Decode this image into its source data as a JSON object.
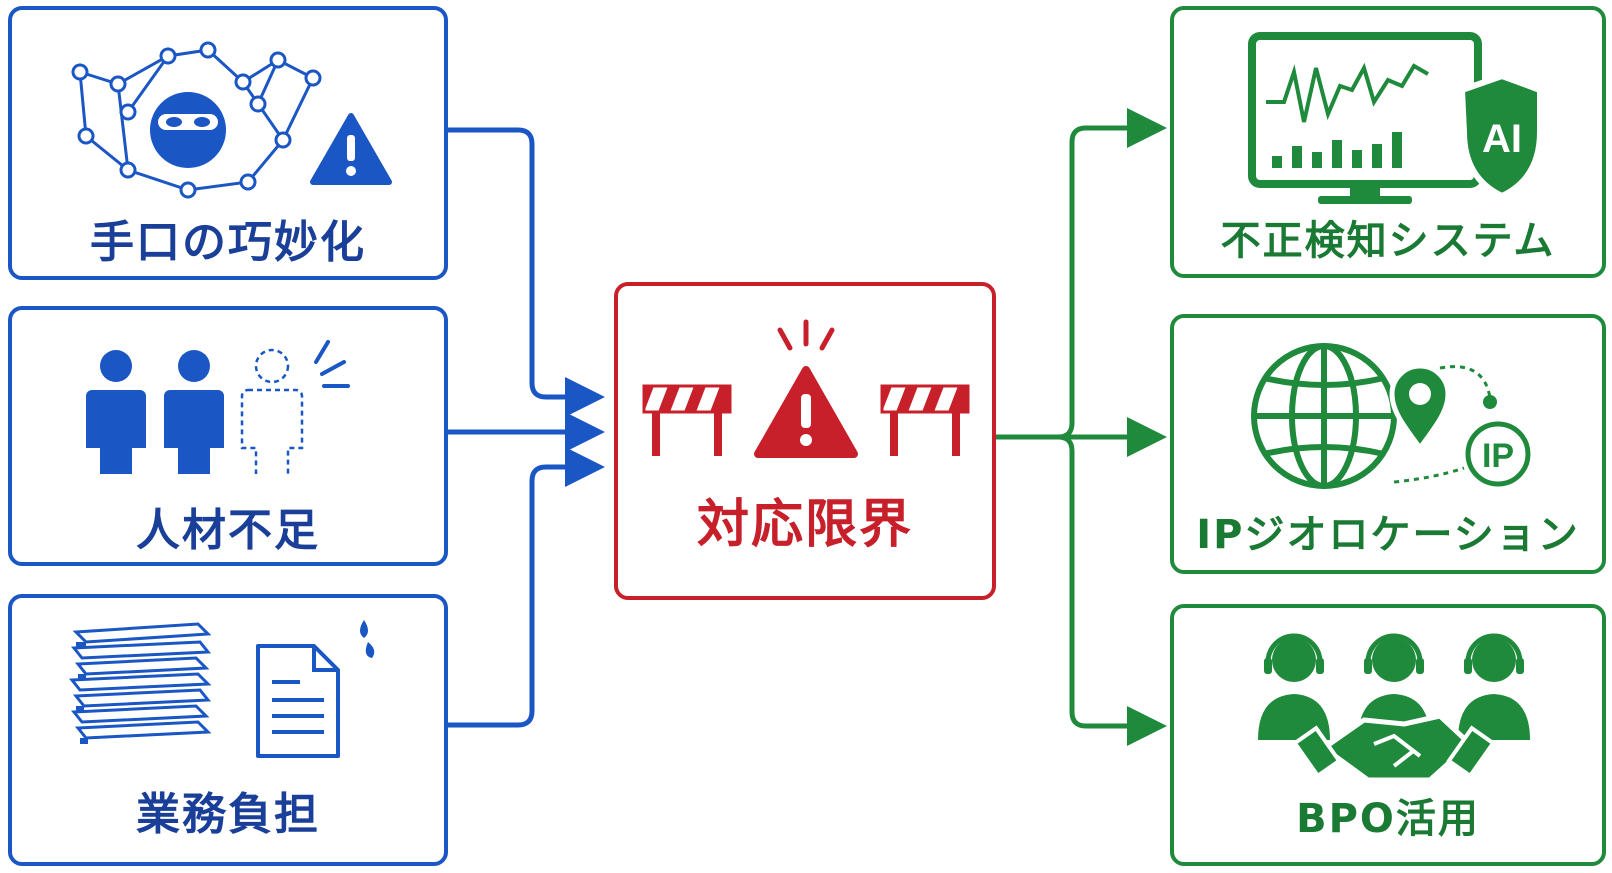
{
  "causes": [
    {
      "label": "手口の巧妙化",
      "icon": "hacker-network-warning-icon"
    },
    {
      "label": "人材不足",
      "icon": "staff-shortage-icon"
    },
    {
      "label": "業務負担",
      "icon": "document-workload-icon"
    }
  ],
  "center": {
    "label": "対応限界",
    "icon": "barrier-warning-icon"
  },
  "solutions": [
    {
      "label": "不正検知システム",
      "icon": "ai-monitor-icon",
      "badge": "AI"
    },
    {
      "label": "IPジオロケーション",
      "icon": "globe-location-icon",
      "badge": "IP"
    },
    {
      "label": "BPO活用",
      "icon": "operators-handshake-icon"
    }
  ],
  "colors": {
    "cause": "#1a56c4",
    "center": "#c8202a",
    "solution": "#1f8a3c"
  }
}
